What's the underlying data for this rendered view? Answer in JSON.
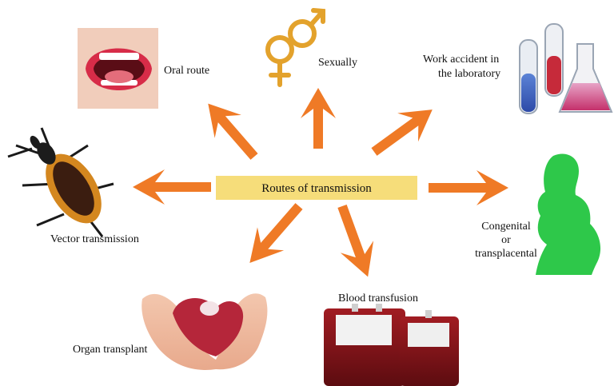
{
  "center": {
    "label": "Routes of transmission"
  },
  "routes": {
    "oral": "Oral route",
    "sexual": "Sexually",
    "lab_line1": "Work accident in",
    "lab_line2": "the laboratory",
    "vector": "Vector transmission",
    "congenital_line1": "Congenital",
    "congenital_line2": "or",
    "congenital_line3": "transplacental",
    "blood": "Blood transfusion",
    "organ": "Organ transplant"
  },
  "colors": {
    "arrow": "#ef7a26",
    "center_box": "#f6dd7a",
    "silhouette": "#2ec84a",
    "gender_symbol": "#e3a22c"
  },
  "icons": [
    "mouth-icon",
    "gender-symbols-icon",
    "lab-flasks-icon",
    "triatomine-bug-icon",
    "pregnant-silhouette-icon",
    "blood-bags-icon",
    "hands-organ-icon"
  ]
}
